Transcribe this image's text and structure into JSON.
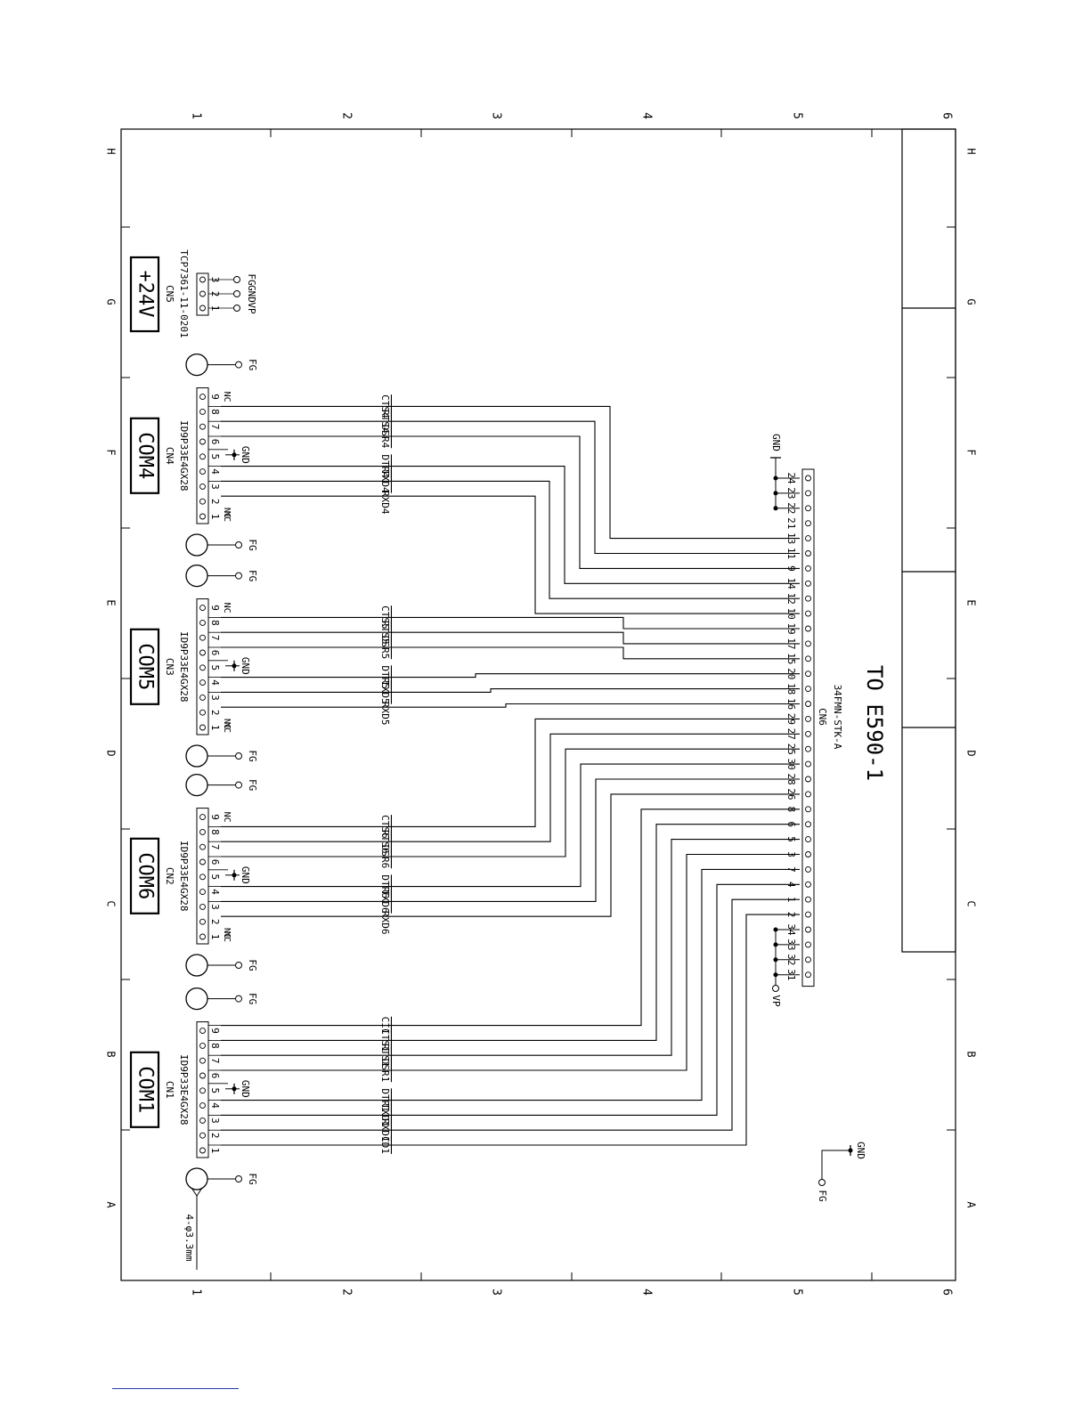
{
  "grid": {
    "numbers": [
      "1",
      "2",
      "3",
      "4",
      "5",
      "6"
    ],
    "letters": [
      "A",
      "B",
      "C",
      "D",
      "E",
      "F",
      "G",
      "H"
    ]
  },
  "blocks": [
    {
      "id": "com4",
      "title": "COM4",
      "ref": "CN4",
      "part": "ID9P33E4GX28",
      "pins": [
        {
          "n": "1",
          "sig": "NC"
        },
        {
          "n": "2",
          "sig": ""
        },
        {
          "n": "3",
          "sig": "TXD4"
        },
        {
          "n": "4",
          "sig": "DTR4"
        },
        {
          "n": "5",
          "sig": ""
        },
        {
          "n": "6",
          "sig": "DSR4"
        },
        {
          "n": "7",
          "sig": "RTS4"
        },
        {
          "n": "8",
          "sig": "CTS4"
        },
        {
          "n": "9",
          "sig": "NC"
        }
      ],
      "extra_signal": "RXD4"
    },
    {
      "id": "com5",
      "title": "COM5",
      "ref": "CN3",
      "part": "ID9P33E4GX28",
      "pins": [
        {
          "n": "1",
          "sig": "NC"
        },
        {
          "n": "2",
          "sig": ""
        },
        {
          "n": "3",
          "sig": "TXD5"
        },
        {
          "n": "4",
          "sig": "DTR5"
        },
        {
          "n": "5",
          "sig": ""
        },
        {
          "n": "6",
          "sig": "DSR5"
        },
        {
          "n": "7",
          "sig": "RTS5"
        },
        {
          "n": "8",
          "sig": "CTS5"
        },
        {
          "n": "9",
          "sig": "NC"
        }
      ],
      "extra_signal": "RXD5"
    },
    {
      "id": "com6",
      "title": "COM6",
      "ref": "CN2",
      "part": "ID9P33E4GX28",
      "pins": [
        {
          "n": "1",
          "sig": "NC"
        },
        {
          "n": "2",
          "sig": ""
        },
        {
          "n": "3",
          "sig": "TXD6"
        },
        {
          "n": "4",
          "sig": "DTR6"
        },
        {
          "n": "5",
          "sig": ""
        },
        {
          "n": "6",
          "sig": "DSR6"
        },
        {
          "n": "7",
          "sig": "RTS6"
        },
        {
          "n": "8",
          "sig": "CTS6"
        },
        {
          "n": "9",
          "sig": "NC"
        }
      ],
      "extra_signal": "RXD6"
    },
    {
      "id": "com1",
      "title": "COM1",
      "ref": "CN1",
      "part": "ID9P33E4GX28",
      "pins": [
        {
          "n": "1",
          "sig": "CD1"
        },
        {
          "n": "2",
          "sig": "RXD1"
        },
        {
          "n": "3",
          "sig": "TXD1"
        },
        {
          "n": "4",
          "sig": "DTR1"
        },
        {
          "n": "5",
          "sig": ""
        },
        {
          "n": "6",
          "sig": "DSR1"
        },
        {
          "n": "7",
          "sig": "RTS1"
        },
        {
          "n": "8",
          "sig": "CTS1"
        },
        {
          "n": "9",
          "sig": "CI1"
        }
      ],
      "extra_signal": ""
    }
  ],
  "power": {
    "title": "+24V",
    "ref": "CN5",
    "part": "TCP7361-11-0201",
    "pins": [
      {
        "n": "1",
        "sig": "VP"
      },
      {
        "n": "2",
        "sig": "GND"
      },
      {
        "n": "3",
        "sig": "FG"
      }
    ]
  },
  "cn6": {
    "ref": "CN6",
    "part": "34FMN-STK-A",
    "pins": [
      "24",
      "23",
      "22",
      "21",
      "13",
      "11",
      "9",
      "14",
      "12",
      "10",
      "19",
      "17",
      "15",
      "20",
      "18",
      "16",
      "29",
      "27",
      "25",
      "30",
      "28",
      "26",
      "8",
      "6",
      "5",
      "3",
      "7",
      "4",
      "1",
      "2",
      "34",
      "33",
      "32",
      "31"
    ]
  },
  "labels": {
    "fg": "FG",
    "gnd": "GND",
    "vp": "VP",
    "nc": "NC",
    "hole": "4-φ3.3mm"
  },
  "destination": "TO E590-1"
}
